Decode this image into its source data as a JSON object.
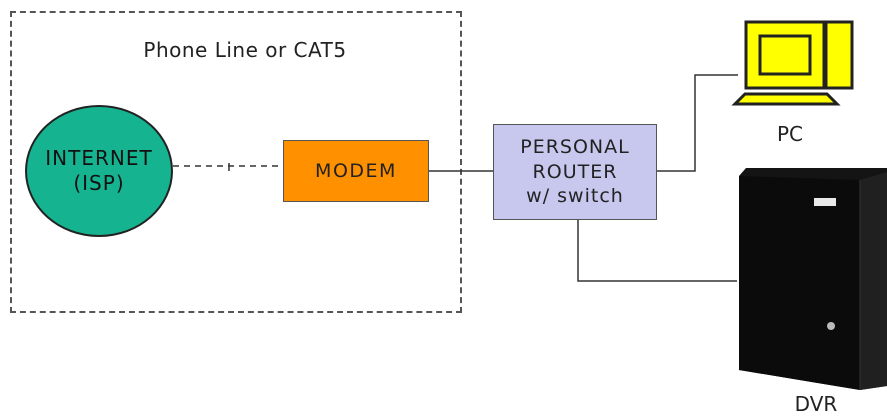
{
  "zone": {
    "title": "Phone Line or CAT5"
  },
  "nodes": {
    "internet": {
      "line1": "INTERNET",
      "line2": "(ISP)",
      "color": "#15b38f"
    },
    "modem": {
      "label": "MODEM",
      "color": "#ff9100"
    },
    "router": {
      "line1": "PERSONAL",
      "line2": "ROUTER",
      "line3": "w/ switch",
      "color": "#c8c8ef"
    },
    "pc": {
      "label": "PC",
      "icon": "computer-icon",
      "color": "#ffff00"
    },
    "dvr": {
      "label": "DVR",
      "icon": "dvr-tower-icon"
    }
  }
}
